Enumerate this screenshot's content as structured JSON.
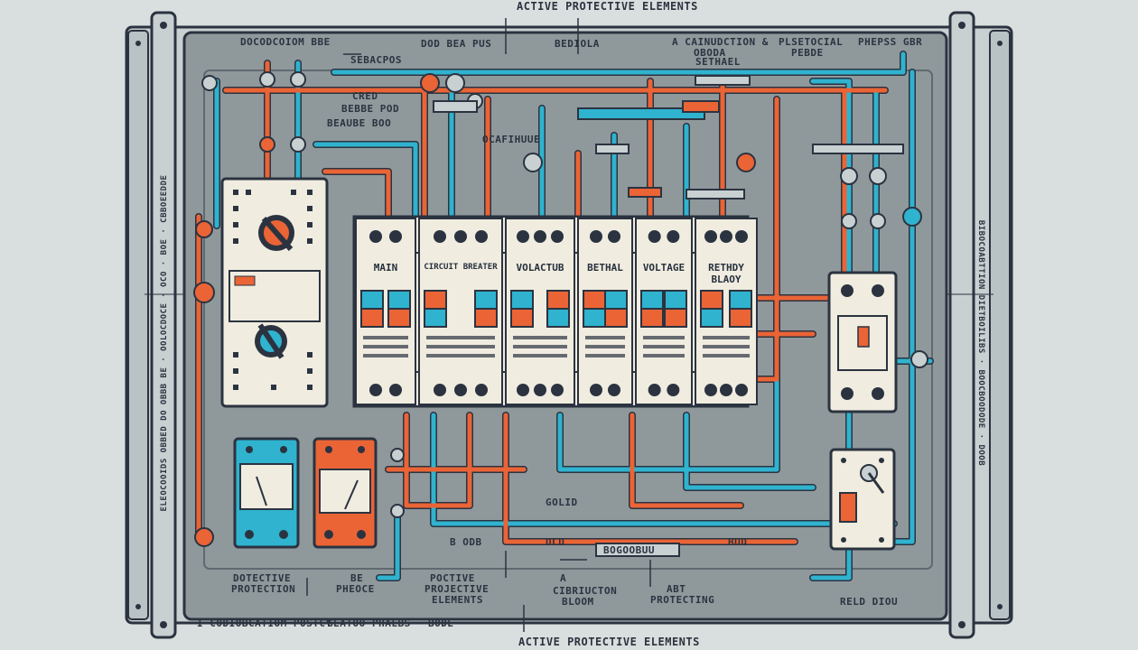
{
  "palette": {
    "background": "#d9dfde",
    "panel": "#8f999c",
    "frame": "#c8d0d2",
    "cyan": "#2fb3cf",
    "orange": "#ea6436",
    "module": "#f0ece0",
    "outline": "#2b3340",
    "gray": "#a8b0b6"
  },
  "top_title": "ACTIVE PROTECTIVE ELEMENTS",
  "bottom_title": "ACTIVE PROTECTIVE ELEMENTS",
  "top_labels": [
    "DOCODCOIOM BBE",
    "SEBACPOS",
    "DOD BEA PUS",
    "BEDIOLA",
    "A CAINUDCTION &",
    "OBODA",
    "SETHAEL",
    "PLSETOCIAL",
    "PEBDE",
    "PHEPSS GBR"
  ],
  "panel_labels": [
    "CRED",
    "BEBBE POD",
    "BEAUBE BOO",
    "OCAFIHUUE",
    "GOLID",
    "BOGOOBUU",
    "B ODB",
    "DCD",
    "BUD"
  ],
  "breakers": [
    {
      "line1": "MAIN",
      "line2": ""
    },
    {
      "line1": "CIRCUIT BREATER",
      "line2": ""
    },
    {
      "line1": "VOLACTUB",
      "line2": ""
    },
    {
      "line1": "BETHAL",
      "line2": ""
    },
    {
      "line1": "VOLTAGE",
      "line2": ""
    },
    {
      "line1": "RETHDY",
      "line2": "BLAOY"
    }
  ],
  "bottom_labels": [
    "DOTECTIVE",
    "PROTECTION",
    "BE",
    "PHEOCE",
    "POCTIVE",
    "PROJECTIVE",
    "ELEMENTS",
    "A",
    "CIBRIUCTON",
    "BLOOM",
    "ABT",
    "PROTECTING",
    "RELD DIOU"
  ],
  "footer_labels": [
    "I CODIOBCATIOM POSTCY",
    "GEATOO",
    "PHALBS",
    "BODE"
  ],
  "left_side_text": "ELEOCOOIDS OBBED DO OBBB BE · OOLOCDOCE · OCO · BOE · CBBOEEDDE",
  "right_side_text": "BIBOCOABTTION DIETBOILIBS · BOOCBOODODE · DOOB"
}
